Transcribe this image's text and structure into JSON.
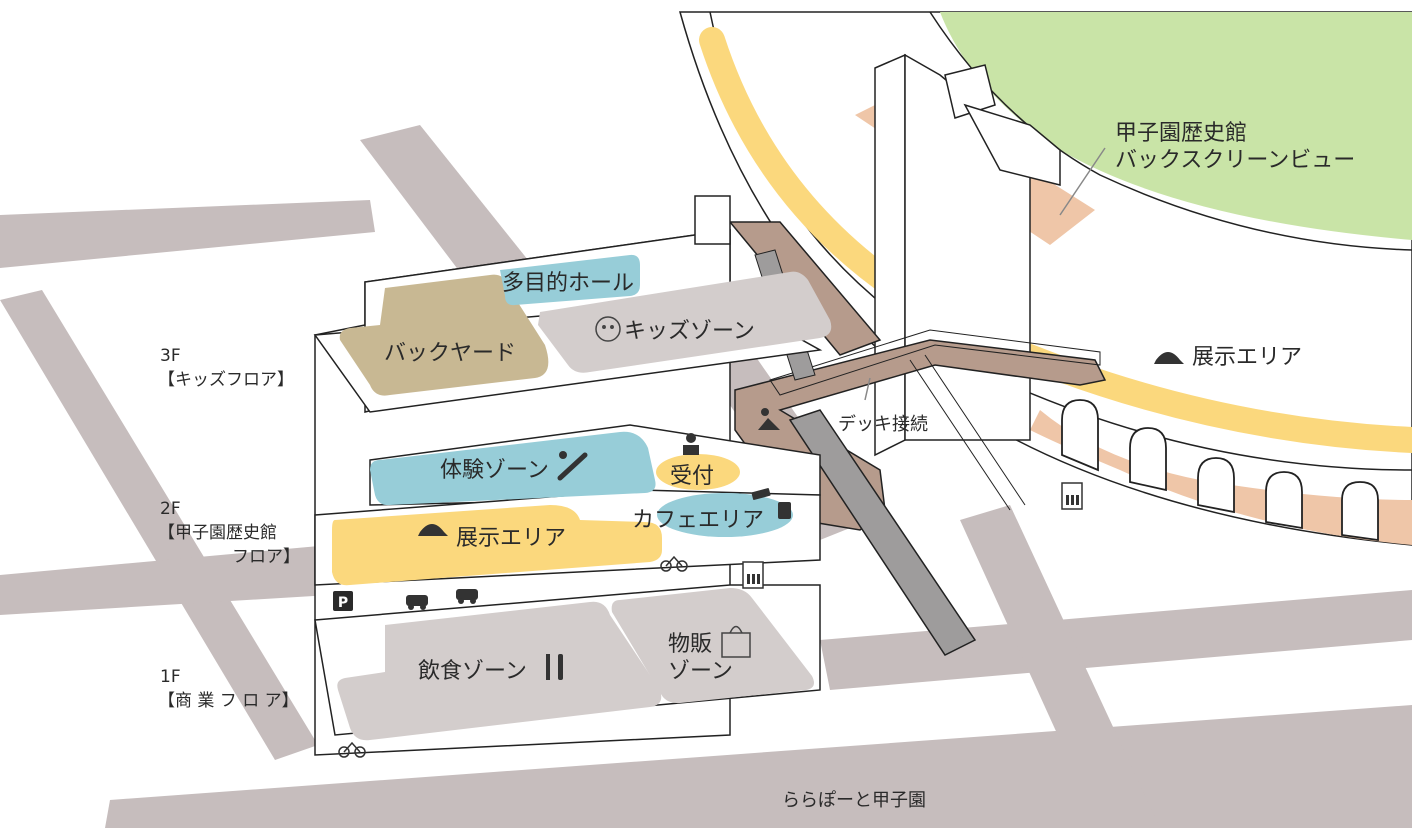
{
  "floors": {
    "f3": {
      "level": "3F",
      "name": "【キッズフロア】"
    },
    "f2": {
      "level": "2F",
      "name_line1": "【甲子園歴史館",
      "name_line2": "フロア】"
    },
    "f1": {
      "level": "1F",
      "name": "【商 業 フ ロ ア】"
    }
  },
  "zones": {
    "tamokuteki_hall": "多目的ホール",
    "backyard": "バックヤード",
    "kids_zone": "キッズゾーン",
    "taiken_zone": "体験ゾーン",
    "uketsuke": "受付",
    "tenji_area": "展示エリア",
    "cafe_area": "カフェエリア",
    "inshoku_zone": "飲食ゾーン",
    "buppan_zone_line1": "物販",
    "buppan_zone_line2": "ゾーン"
  },
  "stadium": {
    "backscreen_line1": "甲子園歴史館",
    "backscreen_line2": "バックスクリーンビュー",
    "tenji_area": "展示エリア",
    "deck": "デッキ接続"
  },
  "footer": {
    "lalaport": "ららぽーと甲子園"
  },
  "parking": {
    "symbol": "P"
  },
  "icons": [
    "baby-face-icon",
    "baseball-bat-icon",
    "receptionist-icon",
    "book-icon",
    "cafe-cup-icon",
    "cap-icon",
    "bicycle-icon",
    "elevator-icon",
    "car-icon",
    "utensils-icon",
    "shopping-bag-icon",
    "escalator-person-icon"
  ],
  "colors": {
    "road": "#c6bdbd",
    "zone_gray": "#d3cdcc",
    "zone_blue": "#97cdd8",
    "zone_yellow": "#fbd87d",
    "zone_olive": "#c8b893",
    "brown": "#b69b8c",
    "field": "#c9e4a7",
    "peach": "#efc6a8"
  }
}
